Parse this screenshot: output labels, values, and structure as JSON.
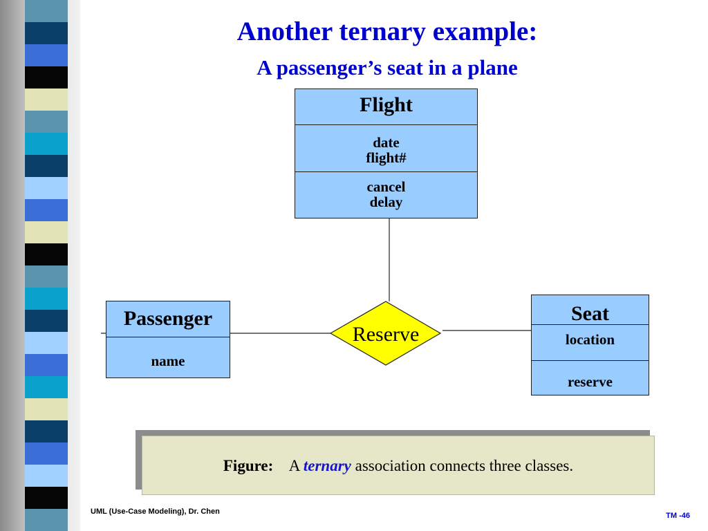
{
  "slide": {
    "title": "Another ternary example:",
    "subtitle": "A passenger’s seat in a plane"
  },
  "diagram": {
    "flight": {
      "name": "Flight",
      "attributes": [
        "date",
        "flight#"
      ],
      "operations": [
        "cancel",
        "delay"
      ]
    },
    "passenger": {
      "name": "Passenger",
      "attributes": [
        "name"
      ],
      "operations": []
    },
    "seat": {
      "name": "Seat",
      "attributes": [
        "location"
      ],
      "operations": [
        "reserve"
      ]
    },
    "association": {
      "name": "Reserve",
      "fill": "#ffff00"
    },
    "class_fill": "#99ccff"
  },
  "caption": {
    "label": "Figure:",
    "prefix": "A",
    "emphasis": "ternary",
    "suffix": "association connects three classes."
  },
  "footer": {
    "left": "UML (Use-Case Modeling), Dr. Chen",
    "right": "TM -46"
  },
  "colors": {
    "title": "#0000cc",
    "caption_background": "#e6e6c8"
  }
}
